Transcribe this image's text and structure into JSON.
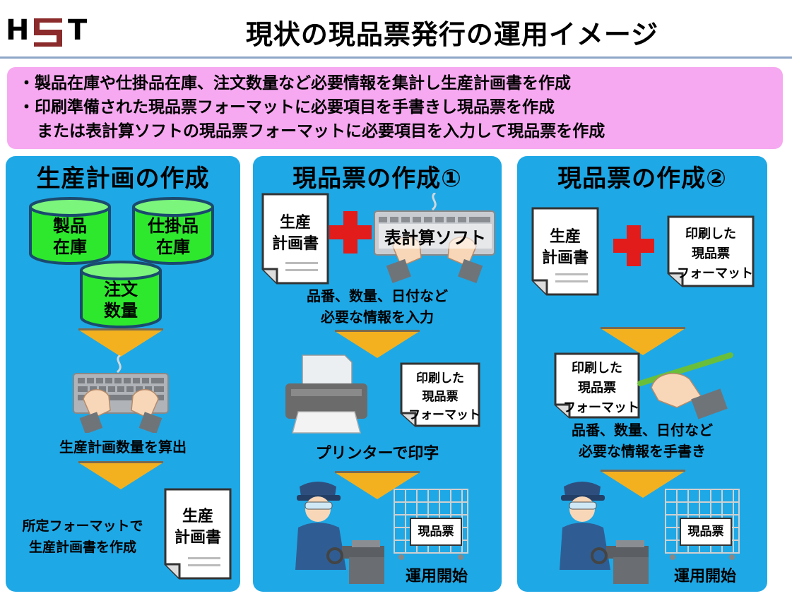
{
  "logo": {
    "left": "H",
    "mid": "S",
    "right": "T"
  },
  "page_title": "現状の現品票発行の運用イメージ",
  "summary": {
    "line1": "・製品在庫や仕掛品在庫、注文数量など必要情報を集計し生産計画書を作成",
    "line2": "・印刷準備された現品票フォーマットに必要項目を手書きし現品票を作成",
    "line3": "または表計算ソフトの現品票フォーマットに必要項目を入力して現品票を作成"
  },
  "panel1": {
    "title": "生産計画の作成",
    "cyl1": [
      "製品",
      "在庫"
    ],
    "cyl2": [
      "仕掛品",
      "在庫"
    ],
    "cyl3": [
      "注文",
      "数量"
    ],
    "step1": "生産計画数量を算出",
    "step2_line1": "所定フォーマットで",
    "step2_line2": "生産計画書を作成",
    "doc": [
      "生産",
      "計画書"
    ]
  },
  "panel2": {
    "title": "現品票の作成①",
    "doc": [
      "生産",
      "計画書"
    ],
    "keyboard_label": "表計算ソフト",
    "input_line1": "品番、数量、日付など",
    "input_line2": "必要な情報を入力",
    "format_doc": [
      "印刷した",
      "現品票",
      "フォーマット"
    ],
    "printer_text": "プリンターで印字",
    "tag_label": "現品票",
    "start_text": "運用開始"
  },
  "panel3": {
    "title": "現品票の作成②",
    "doc": [
      "生産",
      "計画書"
    ],
    "format_doc_top": [
      "印刷した",
      "現品票",
      "フォーマット"
    ],
    "format_doc_mid": [
      "印刷した",
      "現品票",
      "フォーマット"
    ],
    "hand_line1": "品番、数量、日付など",
    "hand_line2": "必要な情報を手書き",
    "tag_label": "現品票",
    "start_text": "運用開始"
  },
  "colors": {
    "panel_bg": "#1fa8e6",
    "summary_bg": "#f6a9f0",
    "cylinder": "#2ee82e",
    "arrow": "#f3b120",
    "plus": "#e21b1b",
    "logo_accent": "#8b2b2b"
  }
}
